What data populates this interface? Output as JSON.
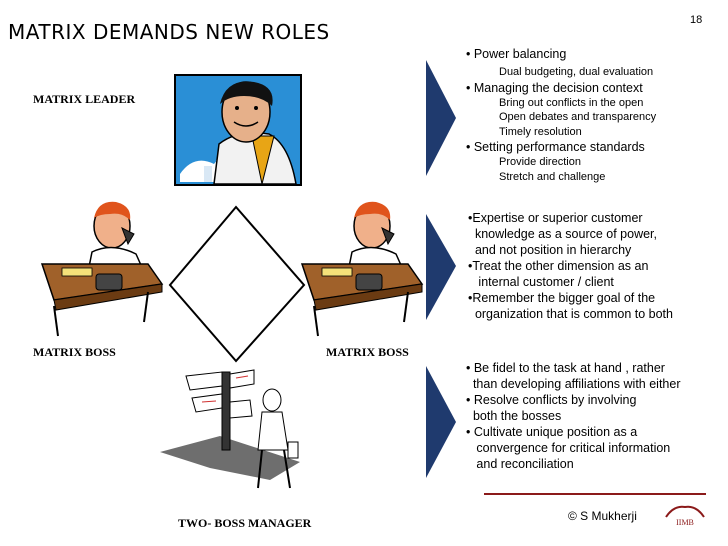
{
  "slide": {
    "title": "MATRIX DEMANDS NEW ROLES",
    "page_number": "18",
    "footer": "©  S Mukherji",
    "logo_text": "IIMB"
  },
  "roles": {
    "leader": "MATRIX LEADER",
    "boss_left": "MATRIX BOSS",
    "boss_right": "MATRIX BOSS",
    "manager": "TWO- BOSS MANAGER"
  },
  "panels": [
    {
      "bullets": [
        {
          "text": "• Power balancing",
          "subs": [
            "Dual budgeting, dual evaluation"
          ]
        },
        {
          "text": "• Managing the decision context",
          "subs": [
            "Bring out conflicts in the open",
            "Open debates and transparency",
            "Timely resolution"
          ]
        },
        {
          "text": "• Setting performance standards",
          "subs": [
            "Provide direction",
            "Stretch and challenge"
          ]
        }
      ]
    },
    {
      "lines": [
        "•Expertise or superior customer",
        "  knowledge as a source of power,",
        "  and not position in hierarchy",
        "•Treat the other dimension as an",
        "   internal customer / client",
        "•Remember the bigger goal of the",
        "  organization that is common to both"
      ]
    },
    {
      "lines": [
        "• Be fidel to the task at hand , rather",
        "  than developing affiliations with either",
        "• Resolve conflicts by involving",
        "  both the bosses",
        "• Cultivate unique position as a",
        "   convergence for critical information",
        "   and reconciliation"
      ]
    }
  ],
  "colors": {
    "chevron": "#1f3a6e",
    "accent_line": "#8b1a1a",
    "sky": "#2a8fd6",
    "desk": "#a0612a"
  }
}
